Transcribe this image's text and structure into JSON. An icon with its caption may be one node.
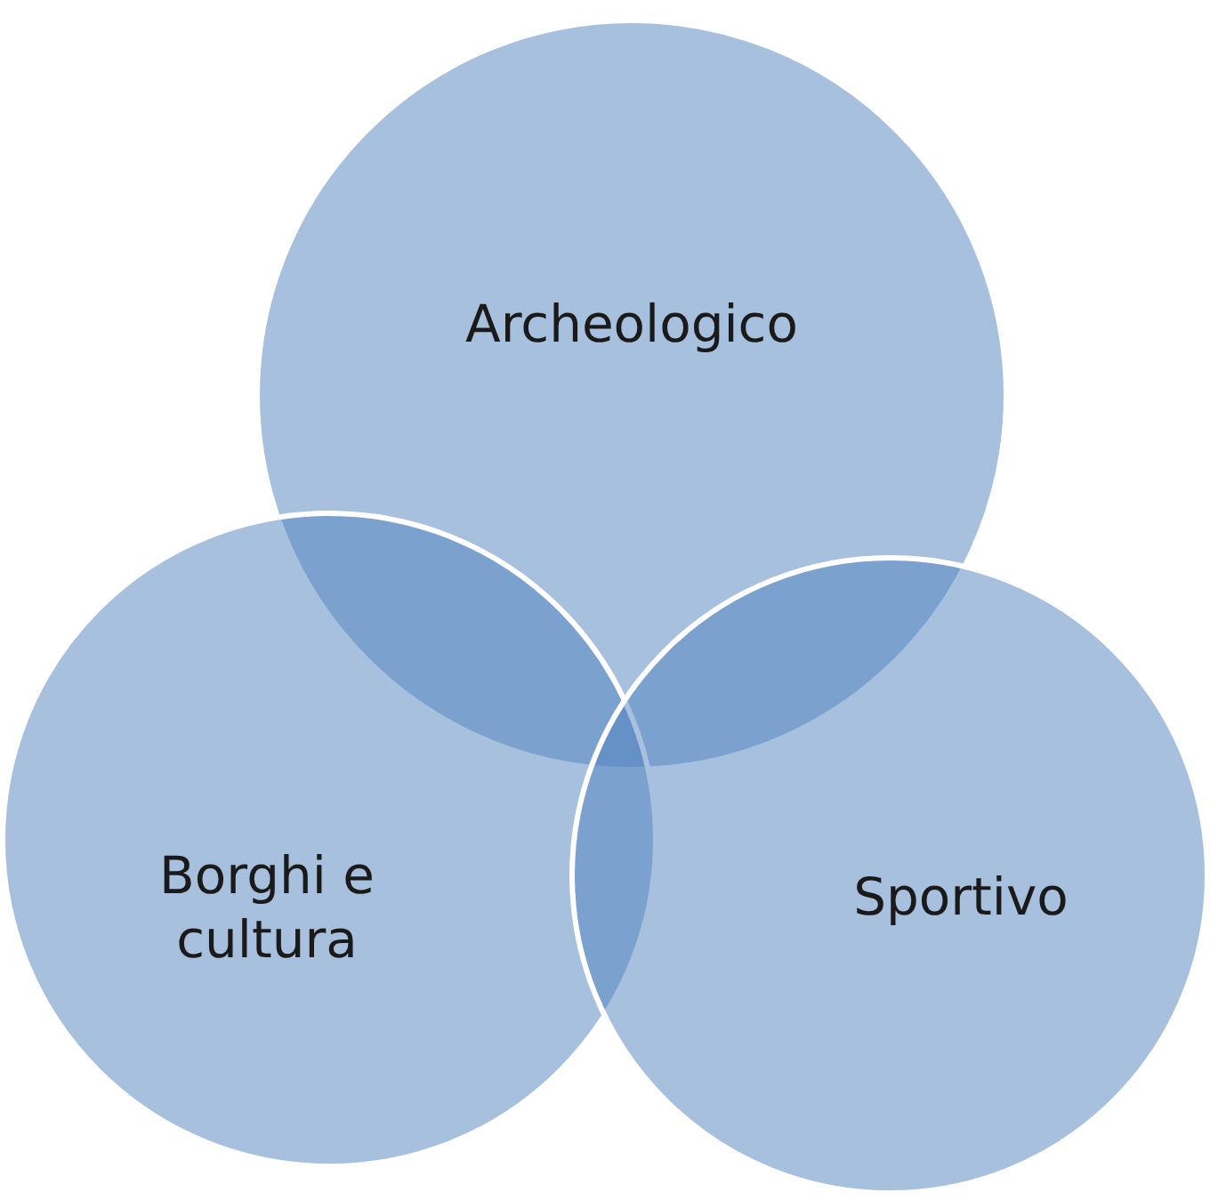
{
  "diagram": {
    "nodes": [
      {
        "text": [
          "Archeologico"
        ]
      },
      {
        "text": [
          "Borghi e cultura"
        ]
      },
      {
        "text": [
          "Sportivo"
        ]
      }
    ]
  }
}
